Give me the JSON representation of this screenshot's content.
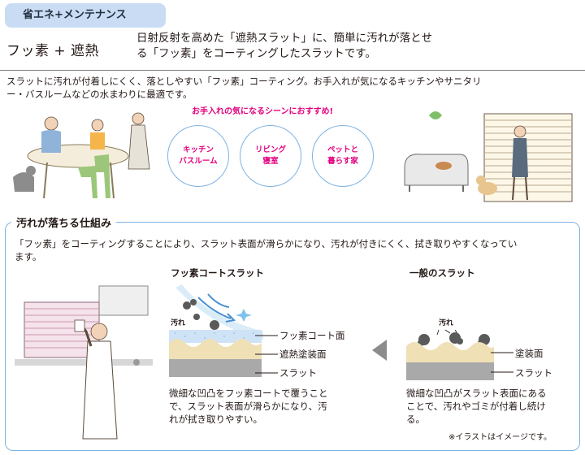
{
  "header": {
    "tag": "省エネ+メンテナンス",
    "product_name": "フッ素 + 遮熱",
    "lead": "日射反射を高めた「遮熱スラット」に、簡単に汚れが落とせる「フッ素」をコーティングしたスラットです。"
  },
  "intro": {
    "description": "スラットに汚れが付着しにくく、落としやすい「フッ素」コーティング。お手入れが気になるキッチンやサニタリー・バスルームなどの水まわりに最適です。",
    "scene_title": "お手入れの気になるシーンにおすすめ!",
    "scenes": [
      {
        "label": "キッチン\nバスルーム"
      },
      {
        "label": "リビング\n寝室"
      },
      {
        "label": "ペットと\n暮らす家"
      }
    ]
  },
  "mechanism": {
    "title": "汚れが落ちる仕組み",
    "description": "「フッ素」をコーティングすることにより、スラット表面が滑らかになり、汚れが付きにくく、拭き取りやすくなっています。",
    "fluoro": {
      "heading": "フッ素コートスラット",
      "dirt_label": "汚れ",
      "layers": [
        "フッ素コート面",
        "遮熱塗装面",
        "スラット"
      ],
      "caption": "微細な凹凸をフッ素コートで覆うことで、スラット表面が滑らかになり、汚れが拭き取りやすい。"
    },
    "general": {
      "heading": "一般のスラット",
      "dirt_label": "汚れ",
      "layers": [
        "塗装面",
        "スラット"
      ],
      "caption": "微細な凹凸がスラット表面にあることで、汚れやゴミが付着し続ける。"
    },
    "note": "※イラストはイメージです。"
  },
  "colors": {
    "accent_pink": "#e4007f",
    "circle_border": "#7fb2e0",
    "tag_bg": "#c9dcf3",
    "paint_layer": "#efe0b6",
    "slat_layer": "#a9a9a9",
    "coat_layer": "#cfe3f6"
  }
}
